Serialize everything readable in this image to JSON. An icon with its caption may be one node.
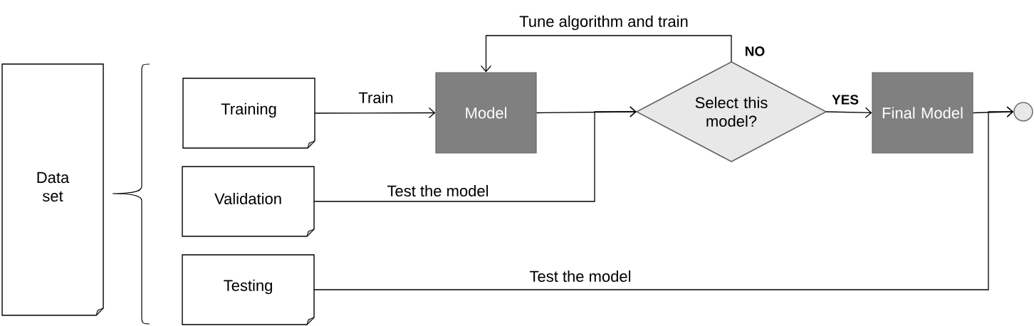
{
  "diagram": {
    "nodes": [
      {
        "text": [
          "Data set"
        ]
      },
      {
        "text": [
          "Training"
        ]
      },
      {
        "text": [
          "Validation"
        ]
      },
      {
        "text": [
          "Testing"
        ]
      },
      {
        "text": [
          "Model"
        ]
      },
      {
        "text": [
          "Select this model?"
        ]
      },
      {
        "text": [
          "Final Model"
        ]
      },
      {
        "text": [],
        "shape": "circle"
      }
    ],
    "edges": [
      {
        "from": 1,
        "to": 4,
        "arrow": "to",
        "label": "Train"
      },
      {
        "from": 4,
        "to": 5,
        "arrow": "to"
      },
      {
        "from": 2,
        "to": 5,
        "arrow": "to",
        "label": "Test the model"
      },
      {
        "from": 5,
        "to": 4,
        "arrow": "to",
        "label": "Tune algorithm and train"
      },
      {
        "from": 5,
        "to": 6,
        "arrow": "to",
        "label": "YES"
      },
      {
        "from": 6,
        "to": 7,
        "arrow": "to"
      },
      {
        "from": 3,
        "to": 7,
        "arrow": "to",
        "label": "Test the model"
      }
    ],
    "labels": [
      "NO"
    ]
  }
}
